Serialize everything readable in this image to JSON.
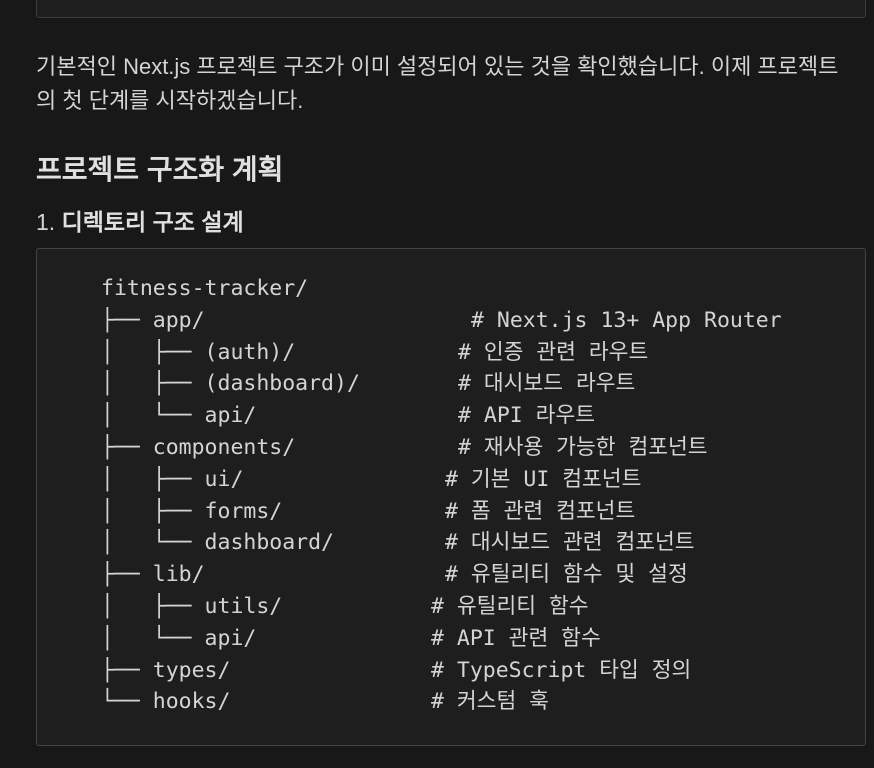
{
  "paragraph": "기본적인 Next.js 프로젝트 구조가 이미 설정되어 있는 것을 확인했습니다. 이제 프로젝트의 첫 단계를 시작하겠습니다.",
  "heading": "프로젝트 구조화 계획",
  "list_item": {
    "number": "1.",
    "title": "디렉토리 구조 설계"
  },
  "tree": [
    {
      "path": "fitness-tracker/",
      "comment": ""
    },
    {
      "path": "├── app/",
      "comment": "# Next.js 13+ App Router"
    },
    {
      "path": "│   ├── (auth)/",
      "comment": "# 인증 관련 라우트"
    },
    {
      "path": "│   ├── (dashboard)/",
      "comment": "# 대시보드 라우트"
    },
    {
      "path": "│   └── api/",
      "comment": "# API 라우트"
    },
    {
      "path": "├── components/",
      "comment": "# 재사용 가능한 컴포넌트"
    },
    {
      "path": "│   ├── ui/",
      "comment": "# 기본 UI 컴포넌트"
    },
    {
      "path": "│   ├── forms/",
      "comment": "# 폼 관련 컴포넌트"
    },
    {
      "path": "│   └── dashboard/",
      "comment": "# 대시보드 관련 컴포넌트"
    },
    {
      "path": "├── lib/",
      "comment": "# 유틸리티 함수 및 설정"
    },
    {
      "path": "│   ├── utils/",
      "comment": "# 유틸리티 함수"
    },
    {
      "path": "│   └── api/",
      "comment": "# API 관련 함수"
    },
    {
      "path": "├── types/",
      "comment": "# TypeScript 타입 정의"
    },
    {
      "path": "└── hooks/",
      "comment": "# 커스텀 훅"
    }
  ]
}
